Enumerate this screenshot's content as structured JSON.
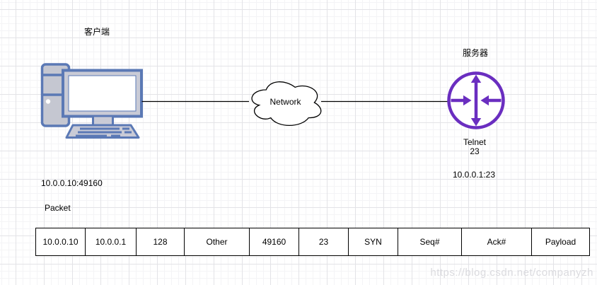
{
  "diagram": {
    "client": {
      "label": "客户端",
      "address": "10.0.0.10:49160",
      "icon": "desktop-computer-icon"
    },
    "network": {
      "label": "Network",
      "icon": "cloud-icon"
    },
    "server": {
      "label": "服务器",
      "service": "Telnet",
      "port": "23",
      "address": "10.0.0.1:23",
      "icon": "router-icon"
    }
  },
  "packet": {
    "label": "Packet",
    "fields": [
      "10.0.0.10",
      "10.0.0.1",
      "128",
      "Other",
      "49160",
      "23",
      "SYN",
      "Seq#",
      "Ack#",
      "Payload"
    ]
  },
  "watermark": {
    "text": "https://blog.csdn.net/companyzh"
  },
  "colors": {
    "computer_stroke": "#5B79B5",
    "computer_fill": "#C9CBD6",
    "router_purple": "#6A2EC0",
    "connector_line": "#000000",
    "grid_minor": "#f4f4f6",
    "grid_major": "#e3e3e7",
    "watermark": "#dbdbdf"
  }
}
